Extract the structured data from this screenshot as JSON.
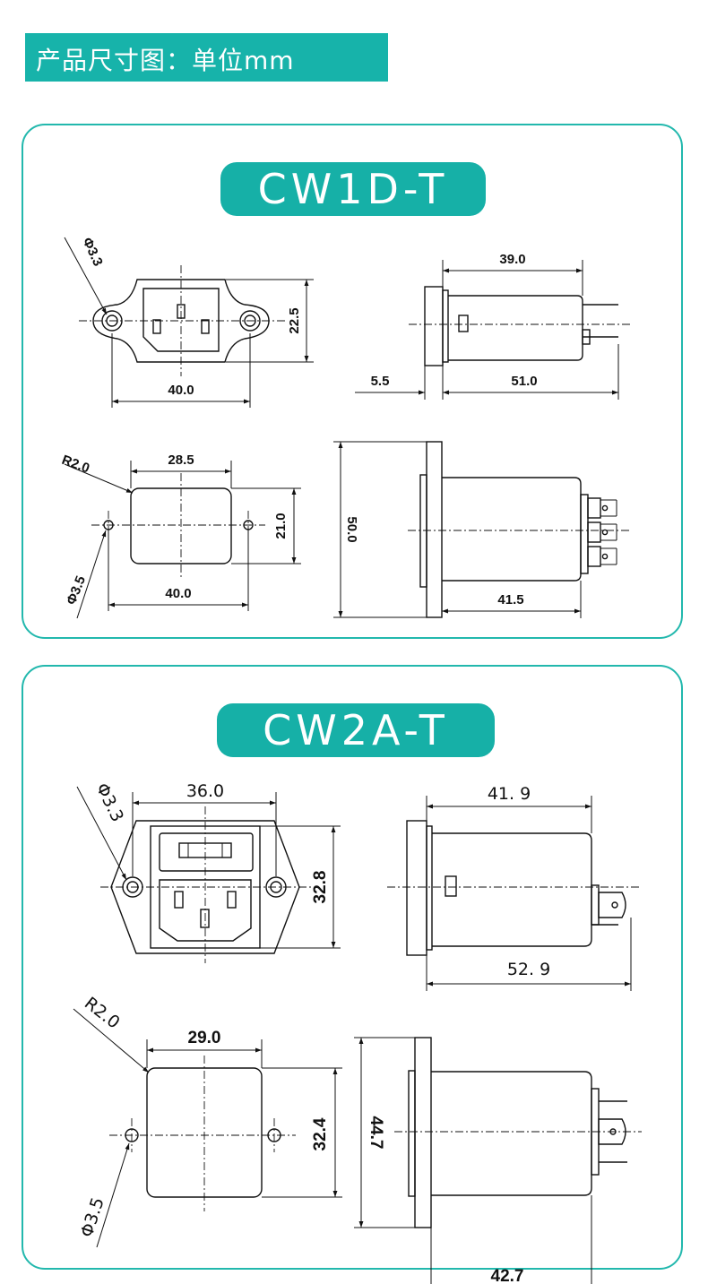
{
  "header": {
    "title": "产品尺寸图：单位mm"
  },
  "models": [
    {
      "name": "CW1D-T",
      "front": {
        "hole": "Φ3.3",
        "width": "40.0",
        "height": "22.5"
      },
      "side": {
        "length_top": "39.0",
        "flange": "5.5",
        "length_bottom": "51.0"
      },
      "cutout": {
        "radius": "R2.0",
        "width": "28.5",
        "height": "21.0",
        "hole_spacing": "40.0",
        "hole": "Φ3.5"
      },
      "top": {
        "height": "50.0",
        "length": "41.5"
      }
    },
    {
      "name": "CW2A-T",
      "front": {
        "hole": "Φ3.3",
        "width": "36.0",
        "height": "32.8"
      },
      "side": {
        "length_top": "41. 9",
        "length_bottom": "52. 9"
      },
      "cutout": {
        "radius": "R2.0",
        "width": "29.0",
        "height": "32.4",
        "hole": "Φ3.5"
      },
      "top": {
        "height": "44.7",
        "length": "42.7"
      }
    }
  ],
  "colors": {
    "brand": "#17b3aa",
    "line": "#111111"
  }
}
